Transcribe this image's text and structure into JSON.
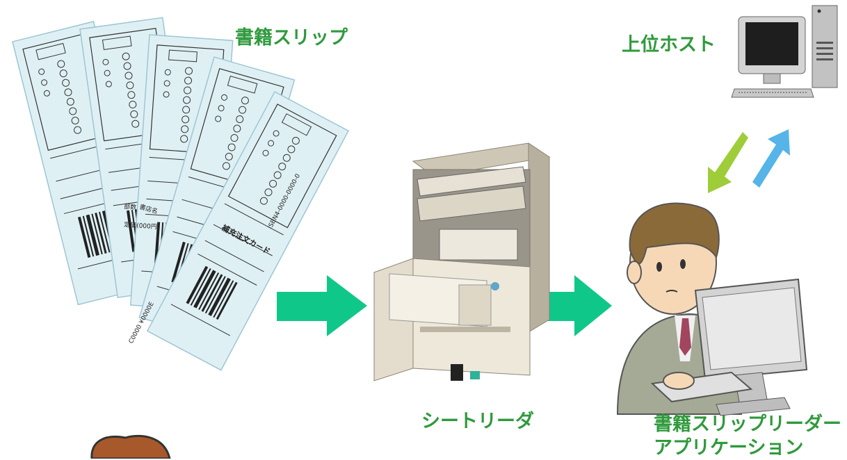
{
  "labels": {
    "book_slips": "書籍スリップ",
    "host": "上位ホスト",
    "sheet_reader": "シートリーダ",
    "app_line1": "書籍スリップリーダー",
    "app_line2": "アプリケーション"
  },
  "slip_text": {
    "order_card": "補充注文カード",
    "store": "書店名",
    "qty": "部数",
    "price": "定価(000円)",
    "isbn": "ISBN4-0000-0000-0",
    "code": "C0000 ¥0000E"
  },
  "colors": {
    "label_green": "#2f9a3c",
    "flow_arrow": "#10c78a",
    "arrow_up": "#56b4e8",
    "arrow_down": "#9fcd3a",
    "slip_bg": "#dff0f4"
  },
  "icons": [
    "desktop-computer-icon",
    "sheet-reader-machine-icon",
    "person-at-computer-icon"
  ]
}
